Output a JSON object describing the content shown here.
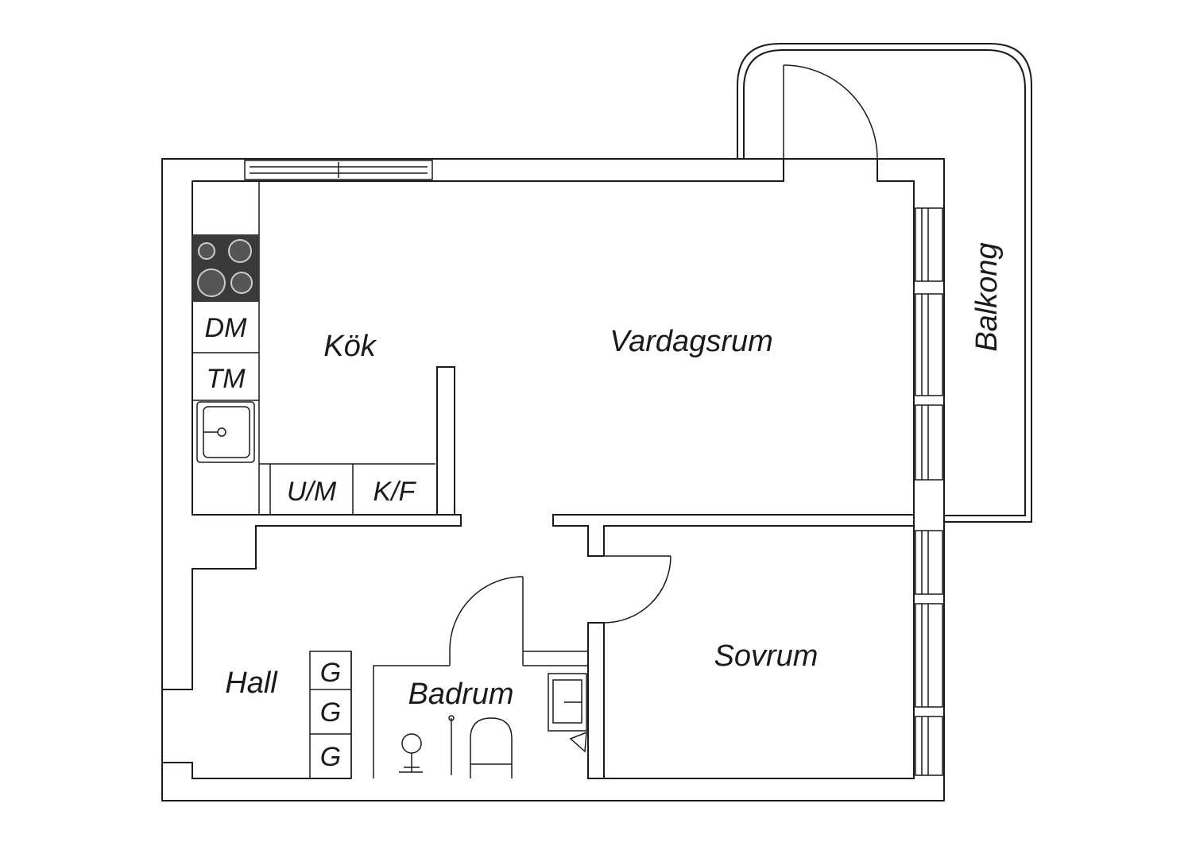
{
  "rooms": {
    "kitchen": "Kök",
    "living_room": "Vardagsrum",
    "balcony": "Balkong",
    "hall": "Hall",
    "bathroom": "Badrum",
    "bedroom": "Sovrum"
  },
  "fixtures": {
    "dishwasher": "DM",
    "dryer": "TM",
    "oven_micro": "U/M",
    "fridge_freezer": "K/F",
    "wardrobe_1": "G",
    "wardrobe_2": "G",
    "wardrobe_3": "G"
  },
  "colors": {
    "line": "#1a1a1a",
    "stove": "#3a3a3a",
    "background": "#ffffff"
  }
}
